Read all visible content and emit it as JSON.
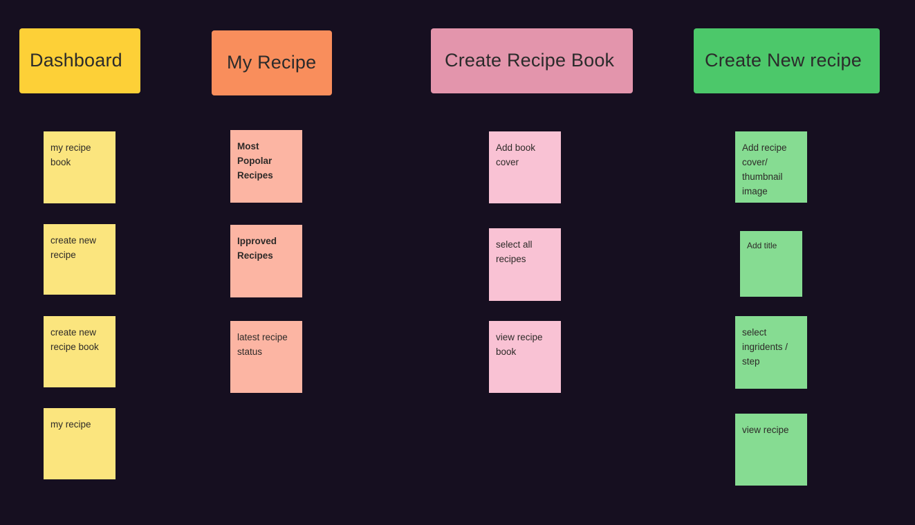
{
  "board": {
    "background_color": "#160f20",
    "columns": [
      {
        "key": "dashboard",
        "header": {
          "label": "Dashboard",
          "color": "#fdd037"
        },
        "note_color": "#fbe57e",
        "notes": [
          {
            "text": "my recipe book",
            "bold": false
          },
          {
            "text": "create new recipe",
            "bold": false
          },
          {
            "text": "create new recipe book",
            "bold": false
          },
          {
            "text": "my recipe",
            "bold": false
          }
        ]
      },
      {
        "key": "my-recipe",
        "header": {
          "label": "My Recipe",
          "color": "#f98e5c"
        },
        "note_color": "#fcb5a3",
        "notes": [
          {
            "text": "Most Popolar Recipes",
            "bold": true
          },
          {
            "text": "Ipproved Recipes",
            "bold": true
          },
          {
            "text": "latest recipe status",
            "bold": false
          }
        ]
      },
      {
        "key": "create-recipe-book",
        "header": {
          "label": "Create Recipe Book",
          "color": "#e395ac"
        },
        "note_color": "#f9c2d4",
        "notes": [
          {
            "text": "Add book cover",
            "bold": false
          },
          {
            "text": "select all recipes",
            "bold": false
          },
          {
            "text": "view recipe book",
            "bold": false
          }
        ]
      },
      {
        "key": "create-new-recipe",
        "header": {
          "label": "Create New recipe",
          "color": "#4cc86a"
        },
        "note_color": "#86dc92",
        "notes": [
          {
            "text": "Add recipe cover/ thumbnail image",
            "bold": false
          },
          {
            "text": "Add title",
            "bold": false
          },
          {
            "text": "select ingridents / step",
            "bold": false
          },
          {
            "text": "view recipe",
            "bold": false
          }
        ]
      }
    ]
  }
}
